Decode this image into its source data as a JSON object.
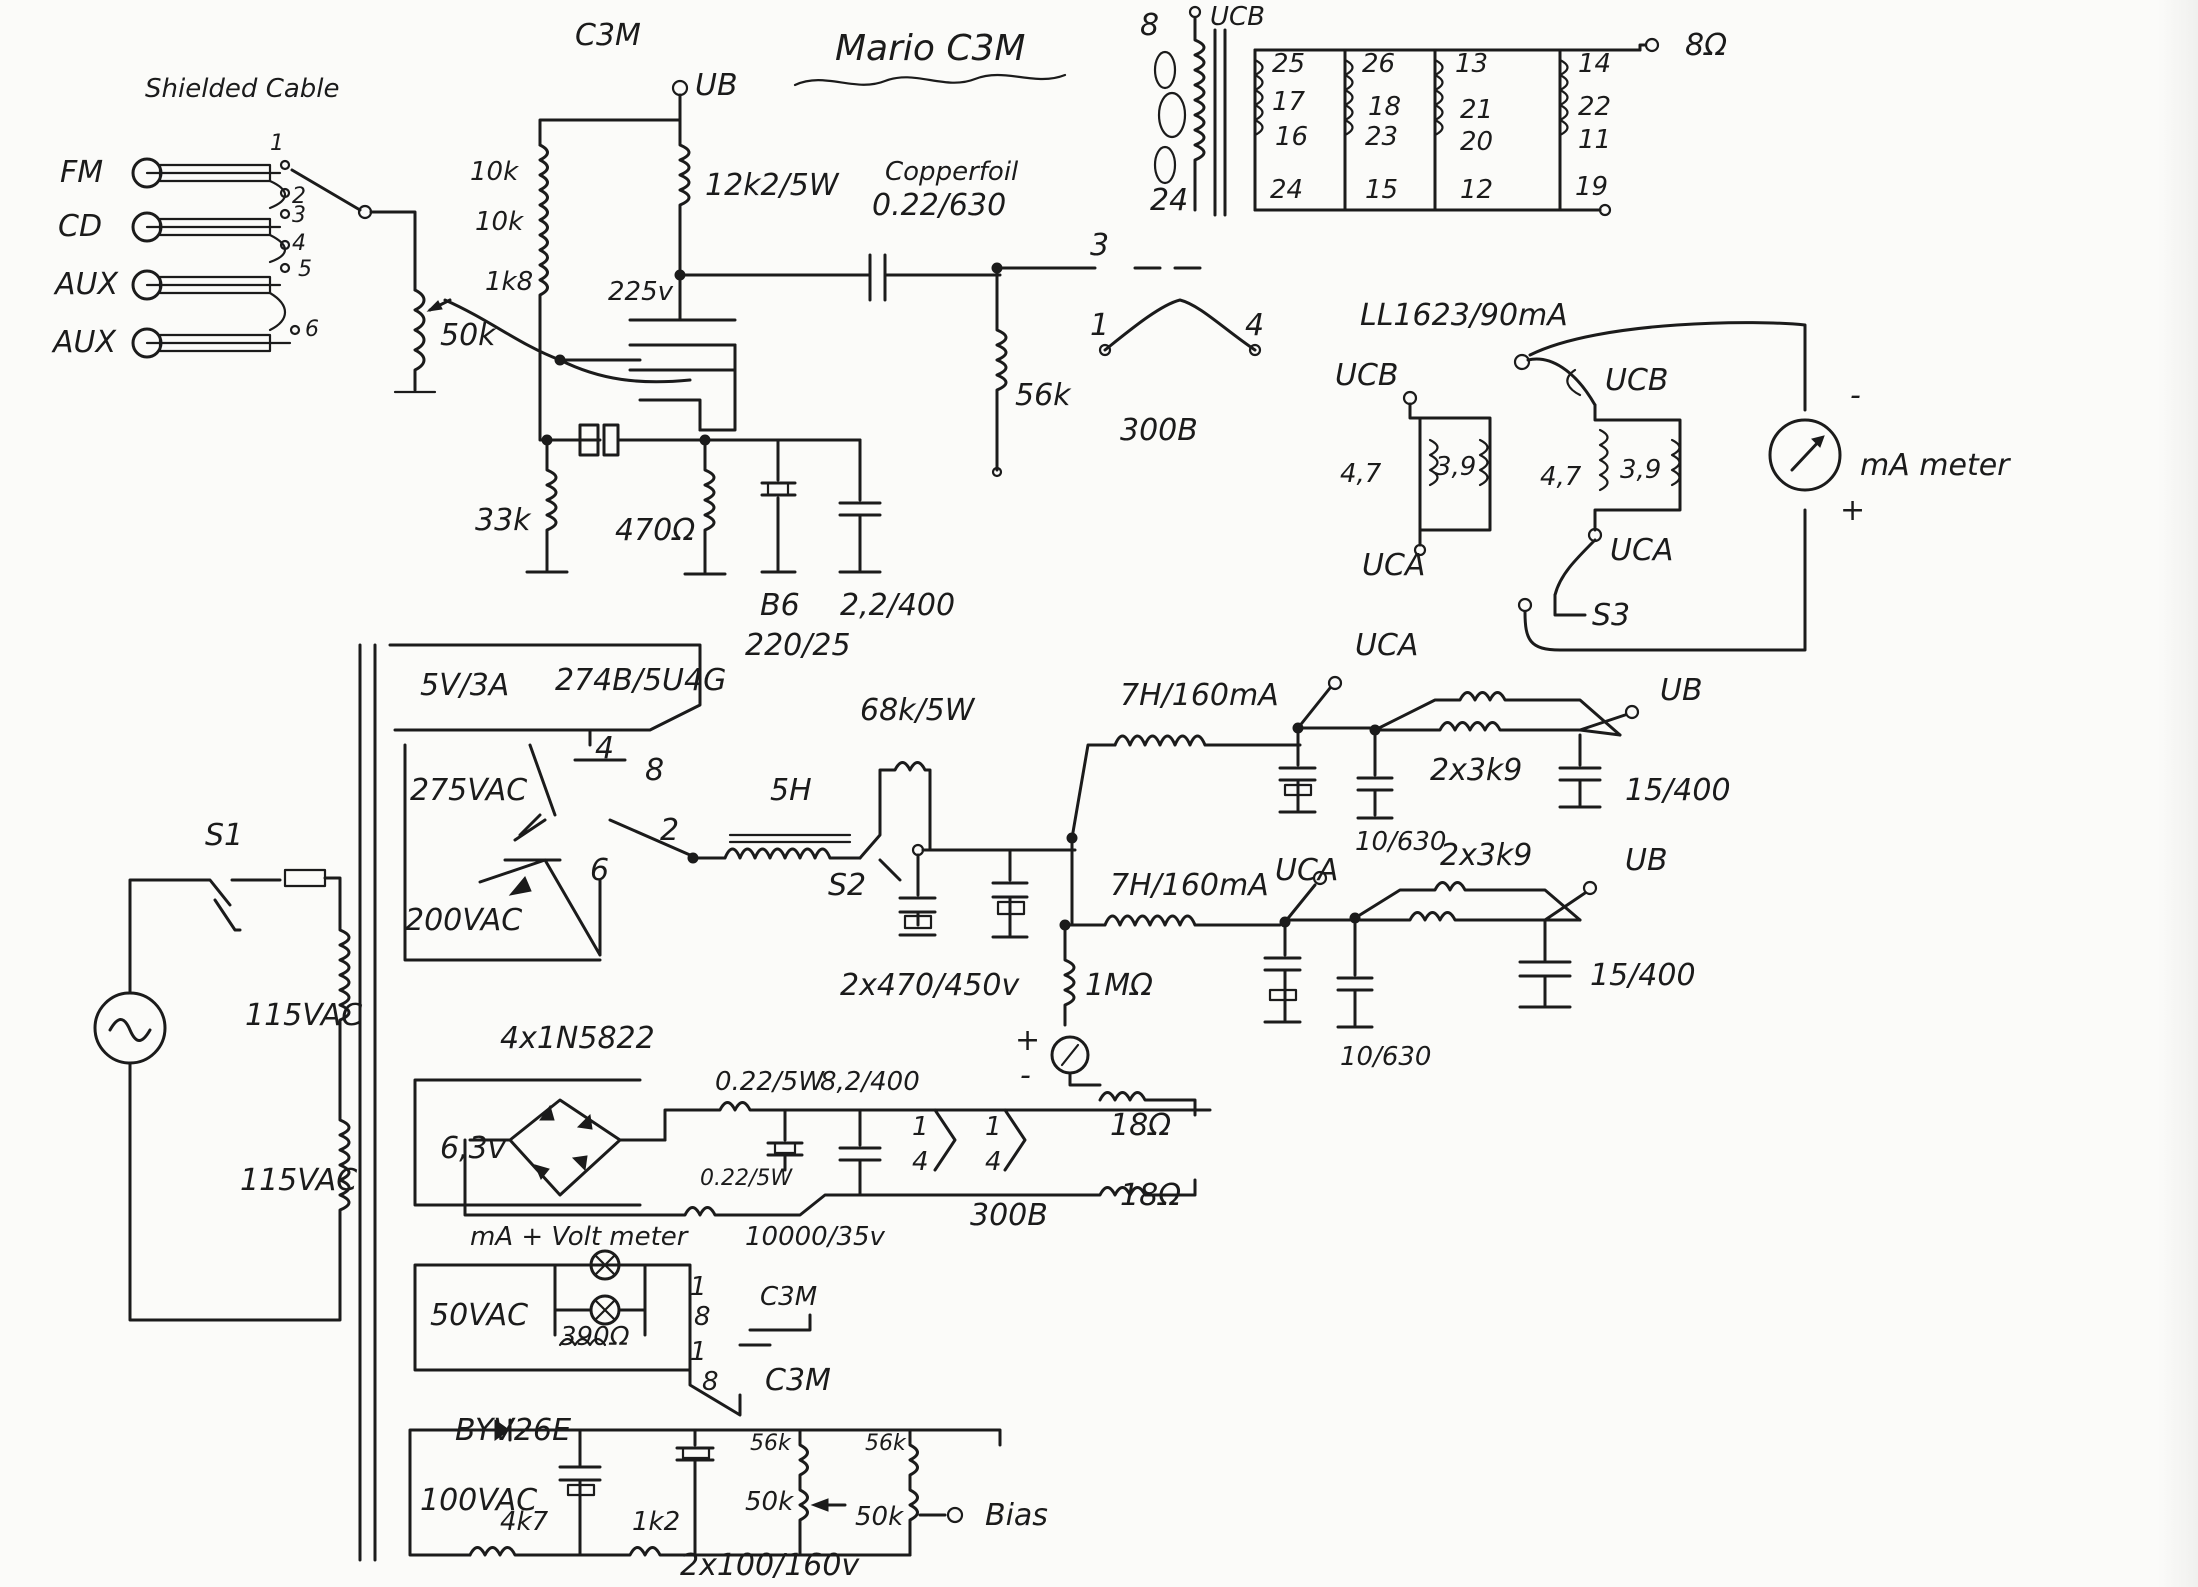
{
  "title": "Mario C3M",
  "labels": {
    "shielded_cable": "Shielded Cable",
    "c3m_top": "C3M",
    "ub": "UB",
    "ucb": "UCB",
    "uca": "UCA",
    "out_8ohm": "8Ω",
    "in_fm": "FM",
    "in_cd": "CD",
    "in_aux1": "AUX",
    "in_aux2": "AUX",
    "sel1": "1",
    "sel2": "2",
    "sel3": "3",
    "sel4": "4",
    "sel5": "5",
    "sel6": "6",
    "pot_50k": "50k",
    "r_10k_a": "10k",
    "r_10k_b": "10k",
    "r_1k8": "1k8",
    "r_33k": "33k",
    "r_12k": "12k2/5W",
    "v_225": "225v",
    "r_470": "470Ω",
    "cap_b6": "B6",
    "cap_220": "220/25",
    "cap_22": "2,2/400",
    "copperfoil": "Copperfoil",
    "cap_022": "0.22/630",
    "r_56k": "56k",
    "pin3": "3",
    "pin1": "1",
    "pin4": "4",
    "tube_300b": "300B",
    "otx_8": "8",
    "otx_24": "24",
    "otx_taps": [
      "25",
      "26",
      "13",
      "14",
      "17",
      "18",
      "21",
      "22",
      "16",
      "23",
      "20",
      "11",
      "24",
      "15",
      "12",
      "19"
    ],
    "ll1623": "LL1623/90mA",
    "r_47_a": "4,7",
    "r_39_a": "3,9",
    "r_47_b": "4,7",
    "r_39_b": "3,9",
    "s3": "S3",
    "ma_meter": "mA meter",
    "minus": "-",
    "plus": "+",
    "s1": "S1",
    "v115_a": "115VAC",
    "v115_b": "115VAC",
    "v5_3a": "5V/3A",
    "rect": "274B/5U4G",
    "v275": "275VAC",
    "v200": "200VAC",
    "pin_4": "4",
    "pin_8": "8",
    "pin_2": "2",
    "pin_6": "6",
    "choke_5h": "5H",
    "r_68k": "68k/5W",
    "s2": "S2",
    "cap_470": "2x470/450v",
    "r_1m": "1MΩ",
    "choke_7h_a": "7H/160mA",
    "choke_7h_b": "7H/160mA",
    "r_2x3k9_a": "2x3k9",
    "r_2x3k9_b": "2x3k9",
    "cap_15_a": "15/400",
    "cap_15_b": "15/400",
    "cap_10_a": "10/630",
    "cap_10_b": "10/630",
    "diodes": "4x1N5822",
    "v63": "6,3v",
    "r_022_a": "0.22/5W",
    "r_022_b": "0.22/5W",
    "cap_82": "8,2/400",
    "cap_10000": "10000/35v",
    "r_18_a": "18Ω",
    "r_18_b": "18Ω",
    "heater_300b": "300B",
    "ma_volt": "mA + Volt meter",
    "v50": "50VAC",
    "r_390": "390Ω",
    "c3m_b1": "C3M",
    "c3m_b2": "C3M",
    "pin_1a": "1",
    "pin_8a": "8",
    "pin_1b": "1",
    "pin_8b": "8",
    "byv": "BYV26E",
    "v100": "100VAC",
    "r_4k7": "4k7",
    "r_1k2": "1k2",
    "cap_100": "2x100/160v",
    "r_56k_a": "56k",
    "r_56k_b": "56k",
    "pot_50k_a": "50k",
    "pot_50k_b": "50k",
    "bias": "Bias"
  }
}
